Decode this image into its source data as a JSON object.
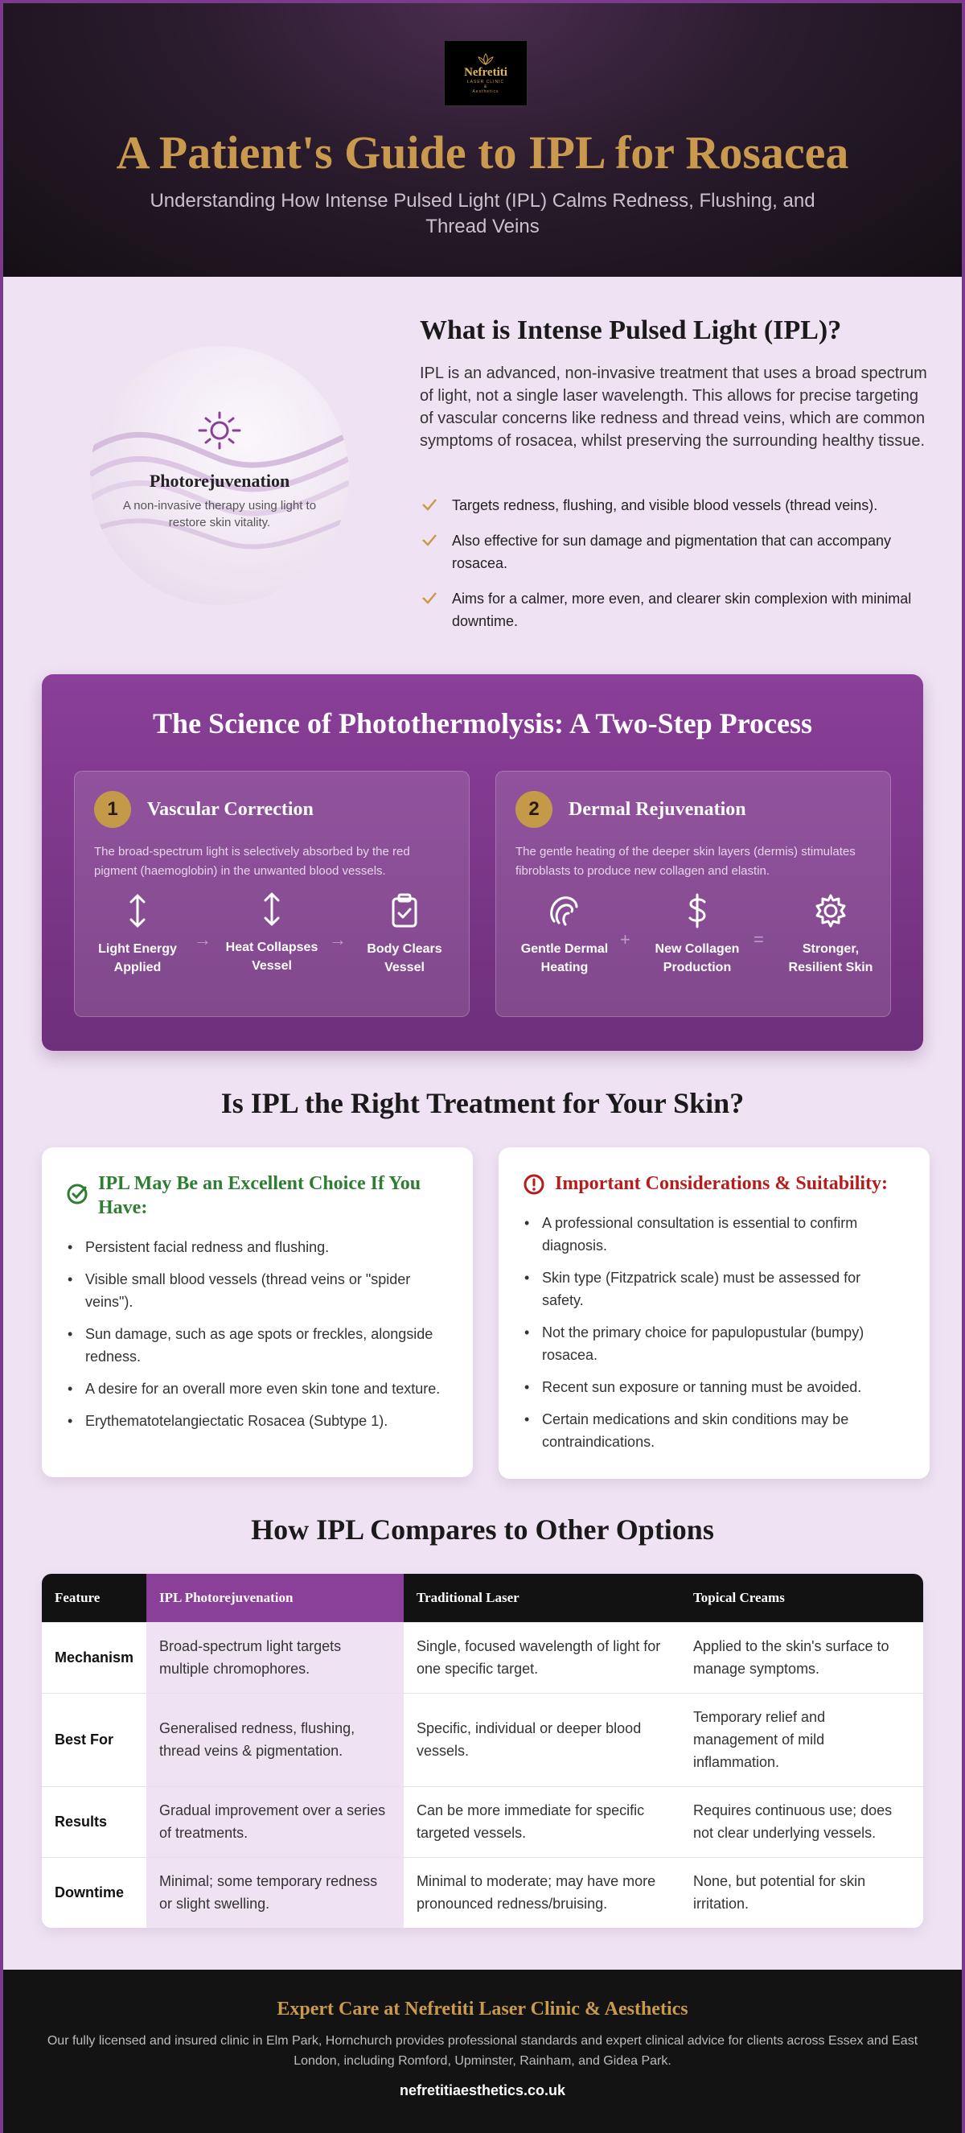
{
  "header": {
    "logo_name": "Nefretiti",
    "logo_line1": "LASER CLINIC",
    "logo_line2": "&",
    "logo_line3": "Aesthetics",
    "title": "A Patient's Guide to IPL for Rosacea",
    "subtitle": "Understanding How Intense Pulsed Light (IPL) Calms Redness, Flushing, and Thread Veins"
  },
  "intro": {
    "circle_title": "Photorejuvenation",
    "circle_desc": "A non-invasive therapy using light to restore skin vitality.",
    "heading": "What is Intense Pulsed Light (IPL)?",
    "paragraph": "IPL is an advanced, non-invasive treatment that uses a broad spectrum of light, not a single laser wavelength. This allows for precise targeting of vascular concerns like redness and thread veins, which are common symptoms of rosacea, whilst preserving the surrounding healthy tissue.",
    "bullets": [
      "Targets redness, flushing, and visible blood vessels (thread veins).",
      "Also effective for sun damage and pigmentation that can accompany rosacea.",
      "Aims for a calmer, more even, and clearer skin complexion with minimal downtime."
    ]
  },
  "science": {
    "title": "The Science of Photothermolysis: A Two-Step Process",
    "steps": [
      {
        "num": "1",
        "title": "Vascular Correction",
        "desc": "The broad-spectrum light is selectively absorbed by the red pigment (haemoglobin) in the unwanted blood vessels.",
        "items": [
          "Light Energy Applied",
          "Heat Collapses Vessel",
          "Body Clears Vessel"
        ],
        "seps": [
          "→",
          "→"
        ]
      },
      {
        "num": "2",
        "title": "Dermal Rejuvenation",
        "desc": "The gentle heating of the deeper skin layers (dermis) stimulates fibroblasts to produce new collagen and elastin.",
        "items": [
          "Gentle Dermal Heating",
          "New Collagen Production",
          "Stronger, Resilient Skin"
        ],
        "seps": [
          "+",
          "="
        ]
      }
    ]
  },
  "suitability": {
    "title": "Is IPL the Right Treatment for Your Skin?",
    "good": {
      "title": "IPL May Be an Excellent Choice If You Have:",
      "color": "#2e7d32",
      "items": [
        "Persistent facial redness and flushing.",
        "Visible small blood vessels (thread veins or \"spider veins\").",
        "Sun damage, such as age spots or freckles, alongside redness.",
        "A desire for an overall more even skin tone and texture.",
        "Erythematotelangiectatic Rosacea (Subtype 1)."
      ]
    },
    "caution": {
      "title": "Important Considerations & Suitability:",
      "color": "#b71c1c",
      "items": [
        "A professional consultation is essential to confirm diagnosis.",
        "Skin type (Fitzpatrick scale) must be assessed for safety.",
        "Not the primary choice for papulopustular (bumpy) rosacea.",
        "Recent sun exposure or tanning must be avoided.",
        "Certain medications and skin conditions may be contraindications."
      ]
    }
  },
  "compare": {
    "title": "How IPL Compares to Other Options",
    "headers": [
      "Feature",
      "IPL Photorejuvenation",
      "Traditional Laser",
      "Topical Creams"
    ],
    "rows": [
      [
        "Mechanism",
        "Broad-spectrum light targets multiple chromophores.",
        "Single, focused wavelength of light for one specific target.",
        "Applied to the skin's surface to manage symptoms."
      ],
      [
        "Best For",
        "Generalised redness, flushing, thread veins & pigmentation.",
        "Specific, individual or deeper blood vessels.",
        "Temporary relief and management of mild inflammation."
      ],
      [
        "Results",
        "Gradual improvement over a series of treatments.",
        "Can be more immediate for specific targeted vessels.",
        "Requires continuous use; does not clear underlying vessels."
      ],
      [
        "Downtime",
        "Minimal; some temporary redness or slight swelling.",
        "Minimal to moderate; may have more pronounced redness/bruising.",
        "None, but potential for skin irritation."
      ]
    ]
  },
  "footer": {
    "title": "Expert Care at Nefretiti Laser Clinic & Aesthetics",
    "text": "Our fully licensed and insured clinic in Elm Park, Hornchurch provides professional standards and expert clinical advice for clients across Essex and East London, including Romford, Upminster, Rainham, and Gidea Park.",
    "url": "nefretitiaesthetics.co.uk"
  },
  "colors": {
    "accent_gold": "#c99a4e",
    "accent_purple": "#8a3f98",
    "background": "#efe3f3"
  }
}
